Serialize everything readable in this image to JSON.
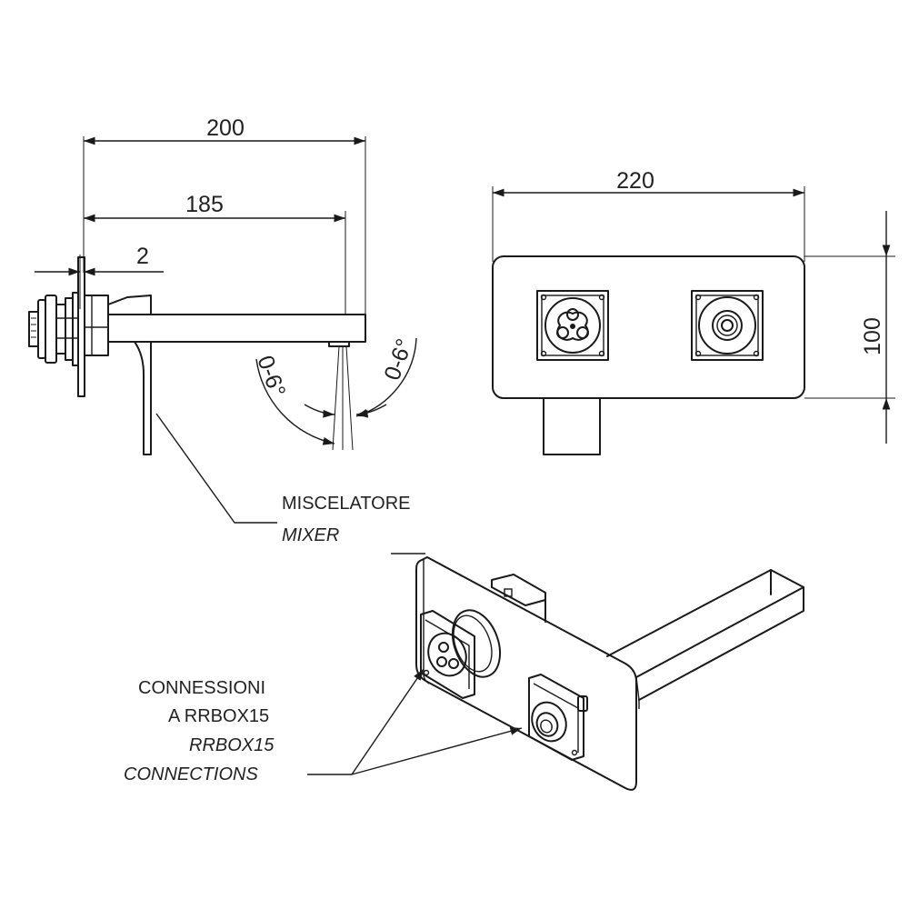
{
  "dimensions": {
    "side_total_length": "200",
    "side_spout_length": "185",
    "side_plate_thickness": "2",
    "front_width": "220",
    "front_height": "100",
    "tilt_left": "0-6°",
    "tilt_right": "0-6°"
  },
  "labels": {
    "mixer_it": "MISCELATORE",
    "mixer_en": "MIXER",
    "connections_it_line1": "CONNESSIONI",
    "connections_it_line2": "A RRBOX15",
    "connections_en_line1": "RRBOX15",
    "connections_en_line2": "CONNECTIONS"
  }
}
